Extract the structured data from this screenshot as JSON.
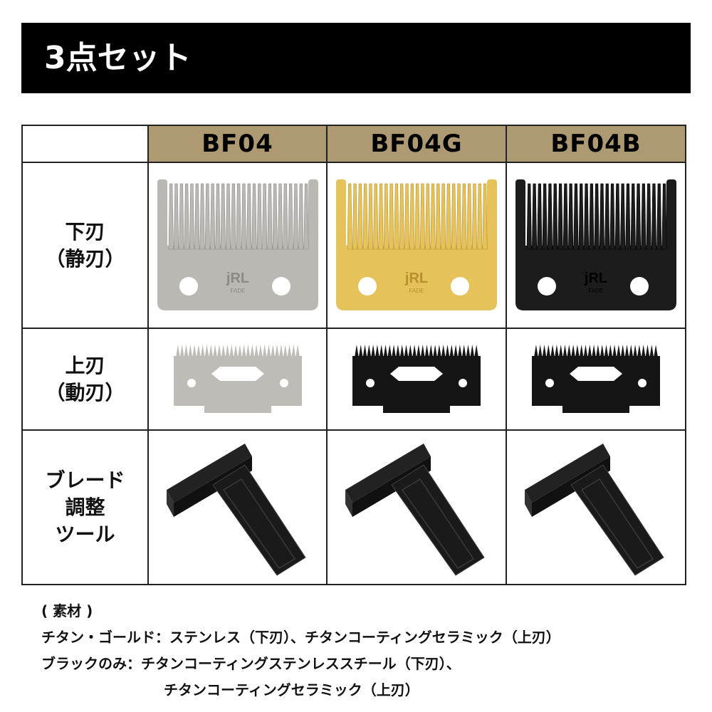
{
  "banner": {
    "title": "3点セット"
  },
  "table": {
    "columns": [
      {
        "name": "BF04",
        "blade_color": "#b9b8b2",
        "blade_dark": "#8c8a84",
        "upper_color": "#bdbcb6",
        "logo": "jRL",
        "logo_sub": "FADE"
      },
      {
        "name": "BF04G",
        "blade_color": "#e6c25a",
        "blade_dark": "#b8912e",
        "upper_color": "#151515",
        "logo": "jRL",
        "logo_sub": "FADE"
      },
      {
        "name": "BF04B",
        "blade_color": "#1c1c1c",
        "blade_dark": "#000000",
        "upper_color": "#151515",
        "logo": "jRL",
        "logo_sub": "FADE"
      }
    ],
    "rows": [
      {
        "label_1": "下刃",
        "label_2": "（静刃）"
      },
      {
        "label_1": "上刃",
        "label_2": "（動刃）"
      },
      {
        "label_1": "ブレード",
        "label_2": "調整",
        "label_3": "ツール"
      }
    ],
    "header_color": "#ad9a72"
  },
  "notes": {
    "heading": "( 素材 )",
    "line1": "チタン・ゴールド：ステンレス（下刃）、チタンコーティングセラミック（上刃）",
    "line2": "ブラックのみ：チタンコーティングステンレススチール（下刃）、",
    "line3": "チタンコーティングセラミック（上刃）"
  }
}
